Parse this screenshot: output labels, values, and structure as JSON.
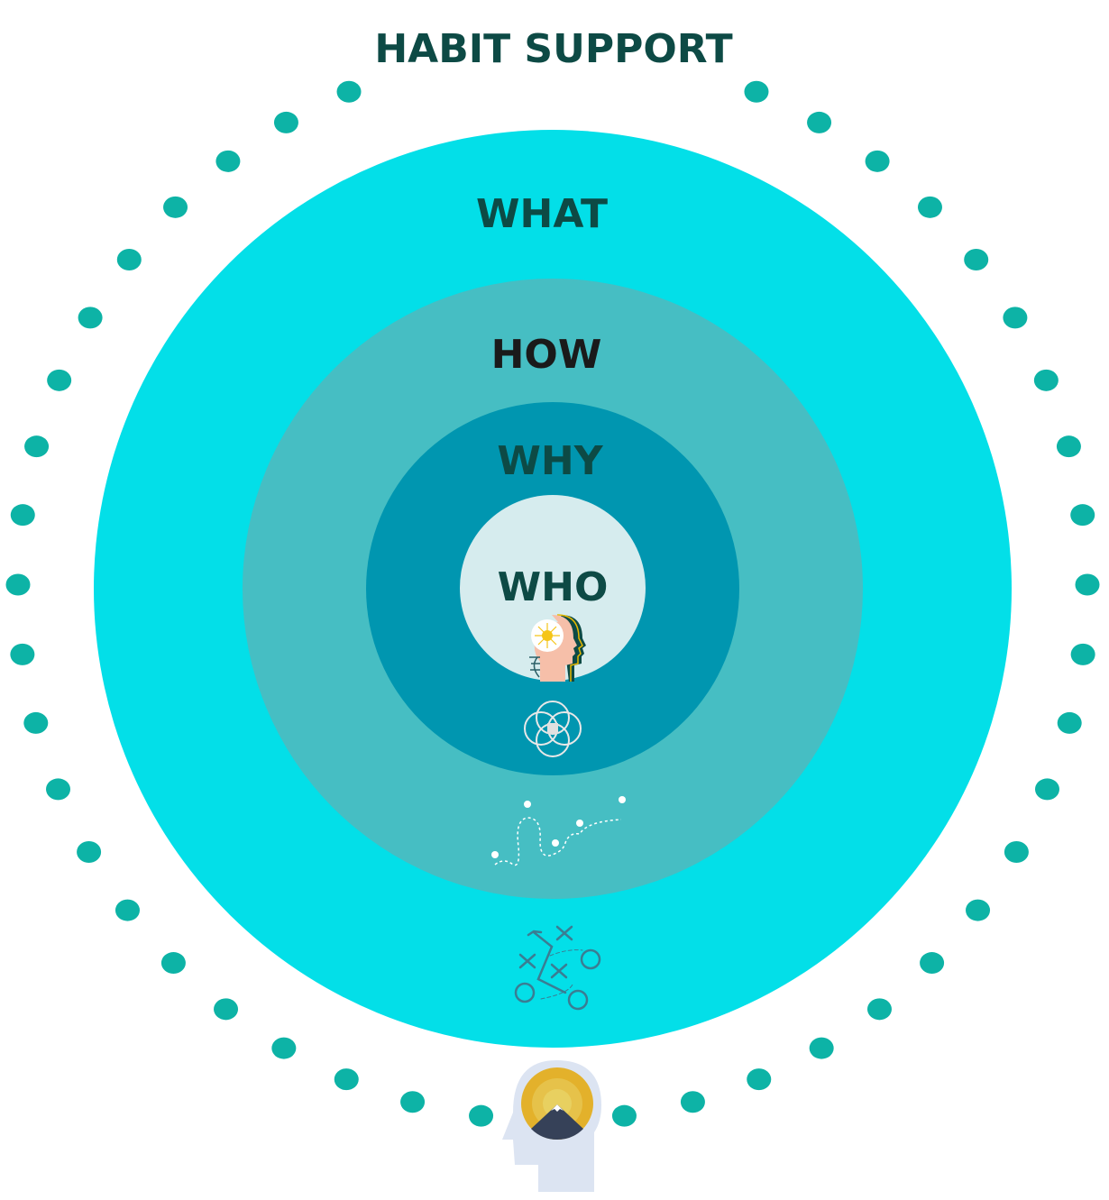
{
  "title": "HABIT SUPPORT",
  "rings": [
    {
      "label": "WHAT",
      "color": "#03dfe8",
      "text_color": "#0d4a45",
      "icon": "strategy-playbook-icon"
    },
    {
      "label": "HOW",
      "color": "#46bec3",
      "text_color": "#1a1a1a",
      "icon": "route-map-pins-icon"
    },
    {
      "label": "WHY",
      "color": "#0096b0",
      "text_color": "#0d4a45",
      "icon": "overlapping-circles-icon"
    },
    {
      "label": "WHO",
      "color": "#d6ecee",
      "text_color": "#0d4a45",
      "icon": "head-sun-profile-icon"
    }
  ],
  "dots": {
    "count_per_side": 21,
    "color": "#0db3a6"
  },
  "bottom_icon": "head-mountain-sun-icon",
  "title_color": "#0d4a45"
}
